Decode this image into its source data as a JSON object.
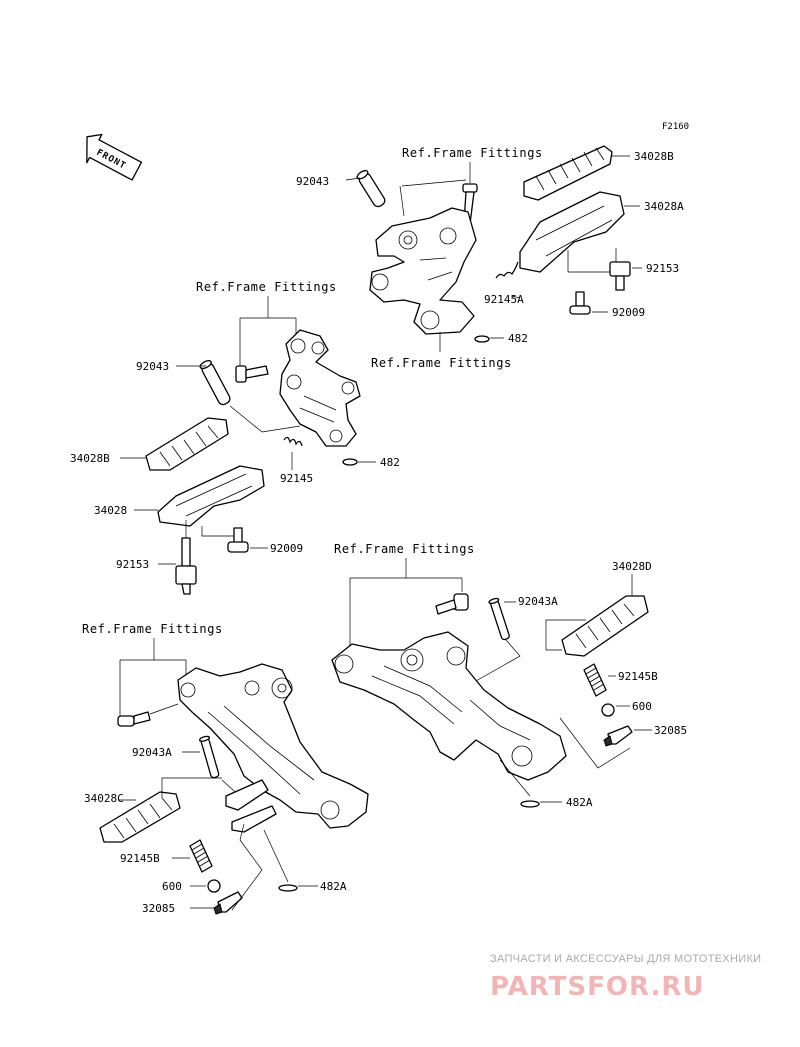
{
  "figure_code": "F2160",
  "front_arrow": {
    "label": "FRONT"
  },
  "ref_label": "Ref.Frame Fittings",
  "parts": {
    "p92043_top": "92043",
    "p34028B_top": "34028B",
    "p34028A": "34028A",
    "p92153_top": "92153",
    "p92145A": "92145A",
    "p92009_top": "92009",
    "p482_top": "482",
    "p92043_mid": "92043",
    "p482_mid": "482",
    "p92145": "92145",
    "p34028B_left": "34028B",
    "p34028": "34028",
    "p92009_mid": "92009",
    "p92153_mid": "92153",
    "p92043A_right": "92043A",
    "p34028D": "34028D",
    "p92145B_right": "92145B",
    "p600_right": "600",
    "p32085_right": "32085",
    "p482A_right": "482A",
    "p92043A_left": "92043A",
    "p34028C": "34028C",
    "p92145B_left": "92145B",
    "p600_left": "600",
    "p32085_left": "32085",
    "p482A_left": "482A"
  },
  "watermark": {
    "tagline": "ЗАПЧАСТИ И АКСЕССУАРЫ ДЛЯ МОТОТЕХНИКИ",
    "brand": "PARTSFOR.RU",
    "colors": {
      "tagline": "#aaaaaa",
      "brand": "#f2b4b4"
    }
  }
}
